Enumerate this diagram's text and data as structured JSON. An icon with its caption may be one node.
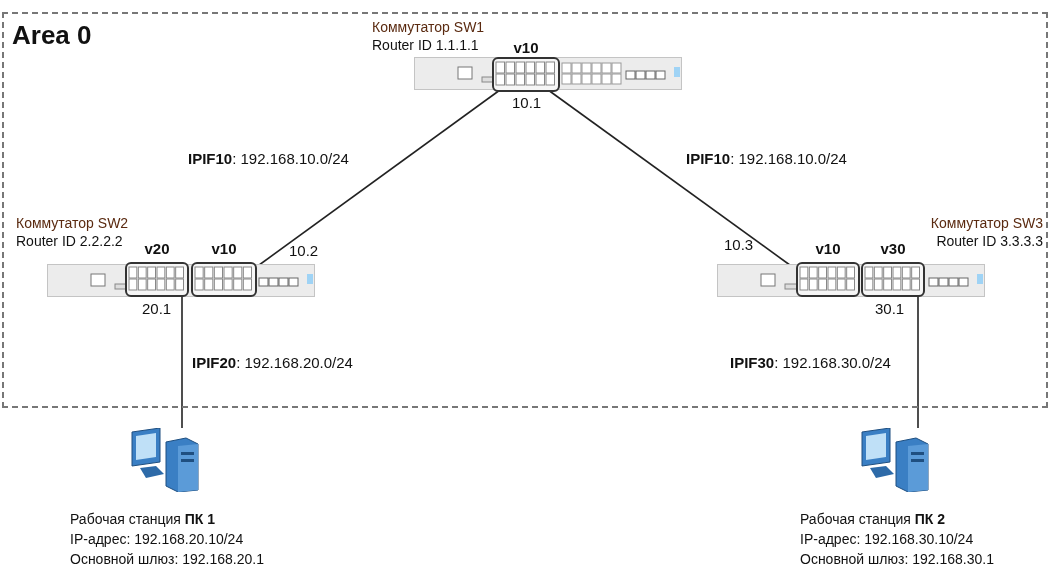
{
  "diagram": {
    "nodes": [
      {
        "text": [
          "Area 0"
        ]
      },
      {
        "text": [
          "Коммутатор SW1",
          "Router ID 1.1.1.1"
        ],
        "in": 0
      },
      {
        "text": [
          "v10"
        ],
        "beside": [
          "10.1"
        ],
        "in": 1
      },
      {
        "text": [
          "Коммутатор SW2",
          "Router ID 2.2.2.2"
        ],
        "in": 0
      },
      {
        "text": [
          "v20"
        ],
        "beside": [
          "20.1"
        ],
        "in": 3
      },
      {
        "text": [
          "v10"
        ],
        "beside": [
          "10.2"
        ],
        "in": 3
      },
      {
        "text": [
          "Коммутатор SW3",
          "Router ID 3.3.3.3"
        ],
        "in": 0
      },
      {
        "text": [
          "v10"
        ],
        "beside": [
          "10.3"
        ],
        "in": 6
      },
      {
        "text": [
          "v30"
        ],
        "beside": [
          "30.1"
        ],
        "in": 6
      },
      {
        "text": [
          "Рабочая станция **ПК 1**",
          "IP-адрес: 192.168.20.10/24",
          "Основной шлюз: 192.168.20.1"
        ]
      },
      {
        "text": [
          "Рабочая станция **ПК 2**",
          "IP-адрес: 192.168.30.10/24",
          "Основной шлюз: 192.168.30.1"
        ]
      }
    ],
    "edges": [
      {
        "from": 2,
        "to": 5,
        "arrow": "none",
        "label": "**IPIF10**: 192.168.10.0/24"
      },
      {
        "from": 2,
        "to": 7,
        "arrow": "none",
        "label": "**IPIF10**: 192.168.10.0/24"
      },
      {
        "from": 4,
        "to": 9,
        "arrow": "none",
        "label": "**IPIF20**: 192.168.20.0/24"
      },
      {
        "from": 8,
        "to": 10,
        "arrow": "none",
        "label": "**IPIF30**: 192.168.30.0/24"
      }
    ]
  }
}
